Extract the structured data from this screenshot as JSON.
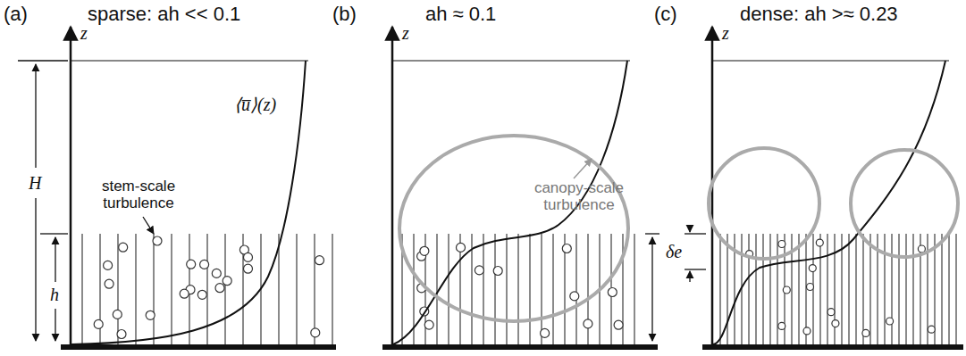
{
  "diagram": {
    "labels": [
      "(a)",
      "sparse: ah << 0.1",
      "(b)",
      "ah ≈ 0.1",
      "(c)",
      "dense: ah >≈ 0.23",
      "z",
      "z",
      "z",
      "H",
      "h",
      "⟨u̅⟩(z)",
      "stem-scale turbulence",
      "canopy-scale turbulence",
      "δe"
    ]
  }
}
